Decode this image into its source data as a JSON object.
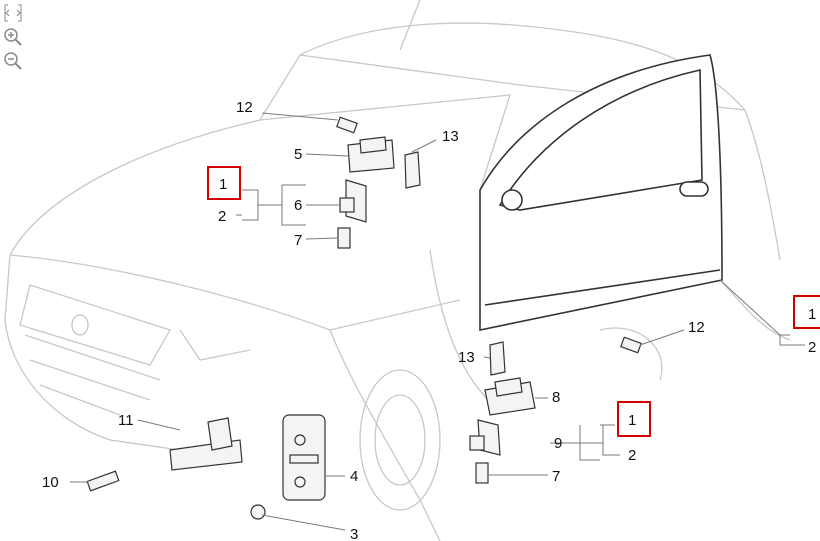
{
  "toolbar": {
    "items": [
      {
        "name": "fit-to-screen",
        "icon": "expand-icon"
      },
      {
        "name": "zoom-in",
        "icon": "zoom-in-icon"
      },
      {
        "name": "zoom-out",
        "icon": "zoom-out-icon"
      }
    ]
  },
  "callouts": {
    "c12a": "12",
    "c5": "5",
    "c13a": "13",
    "c1a": "1",
    "c2a": "2",
    "c6": "6",
    "c7a": "7",
    "c1b": "1",
    "c2b": "2",
    "c12b": "12",
    "c13b": "13",
    "c8": "8",
    "c1c": "1",
    "c9": "9",
    "c2c": "2",
    "c7b": "7",
    "c11": "11",
    "c10": "10",
    "c4": "4",
    "c3": "3"
  },
  "highlighted": [
    "c1a",
    "c1b",
    "c1c"
  ],
  "colors": {
    "highlight": "#d40000",
    "outline": "#c8c8c8",
    "part": "#333333"
  }
}
